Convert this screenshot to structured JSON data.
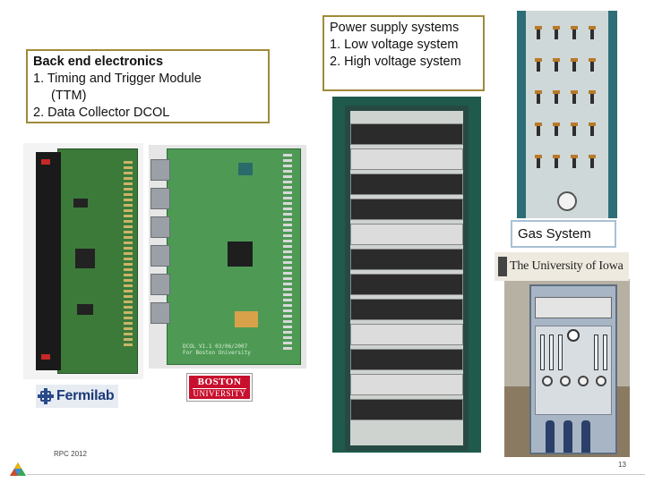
{
  "callouts": {
    "back_end": {
      "title": "Back end electronics",
      "items": [
        "1. Timing and Trigger Module",
        "(TTM)",
        "2. Data Collector DCOL"
      ]
    },
    "power": {
      "title": "Power supply systems",
      "items": [
        "1. Low voltage system",
        "2. High voltage system"
      ]
    },
    "gas": {
      "title": "Gas System"
    }
  },
  "logos": {
    "fermilab": "Fermilab",
    "boston_line1": "BOSTON",
    "boston_line2": "UNIVERSITY",
    "iowa": "The University of Iowa"
  },
  "board_label": [
    "DCOL V1.1 03/06/2007",
    "For Boston University"
  ],
  "footer": {
    "text": "RPC 2012",
    "page": "13"
  },
  "colors": {
    "callout_border": "#a08a3a",
    "gas_border": "#a9c0d4",
    "boston_red": "#c8102e",
    "fermilab_blue": "#1c3a78"
  }
}
